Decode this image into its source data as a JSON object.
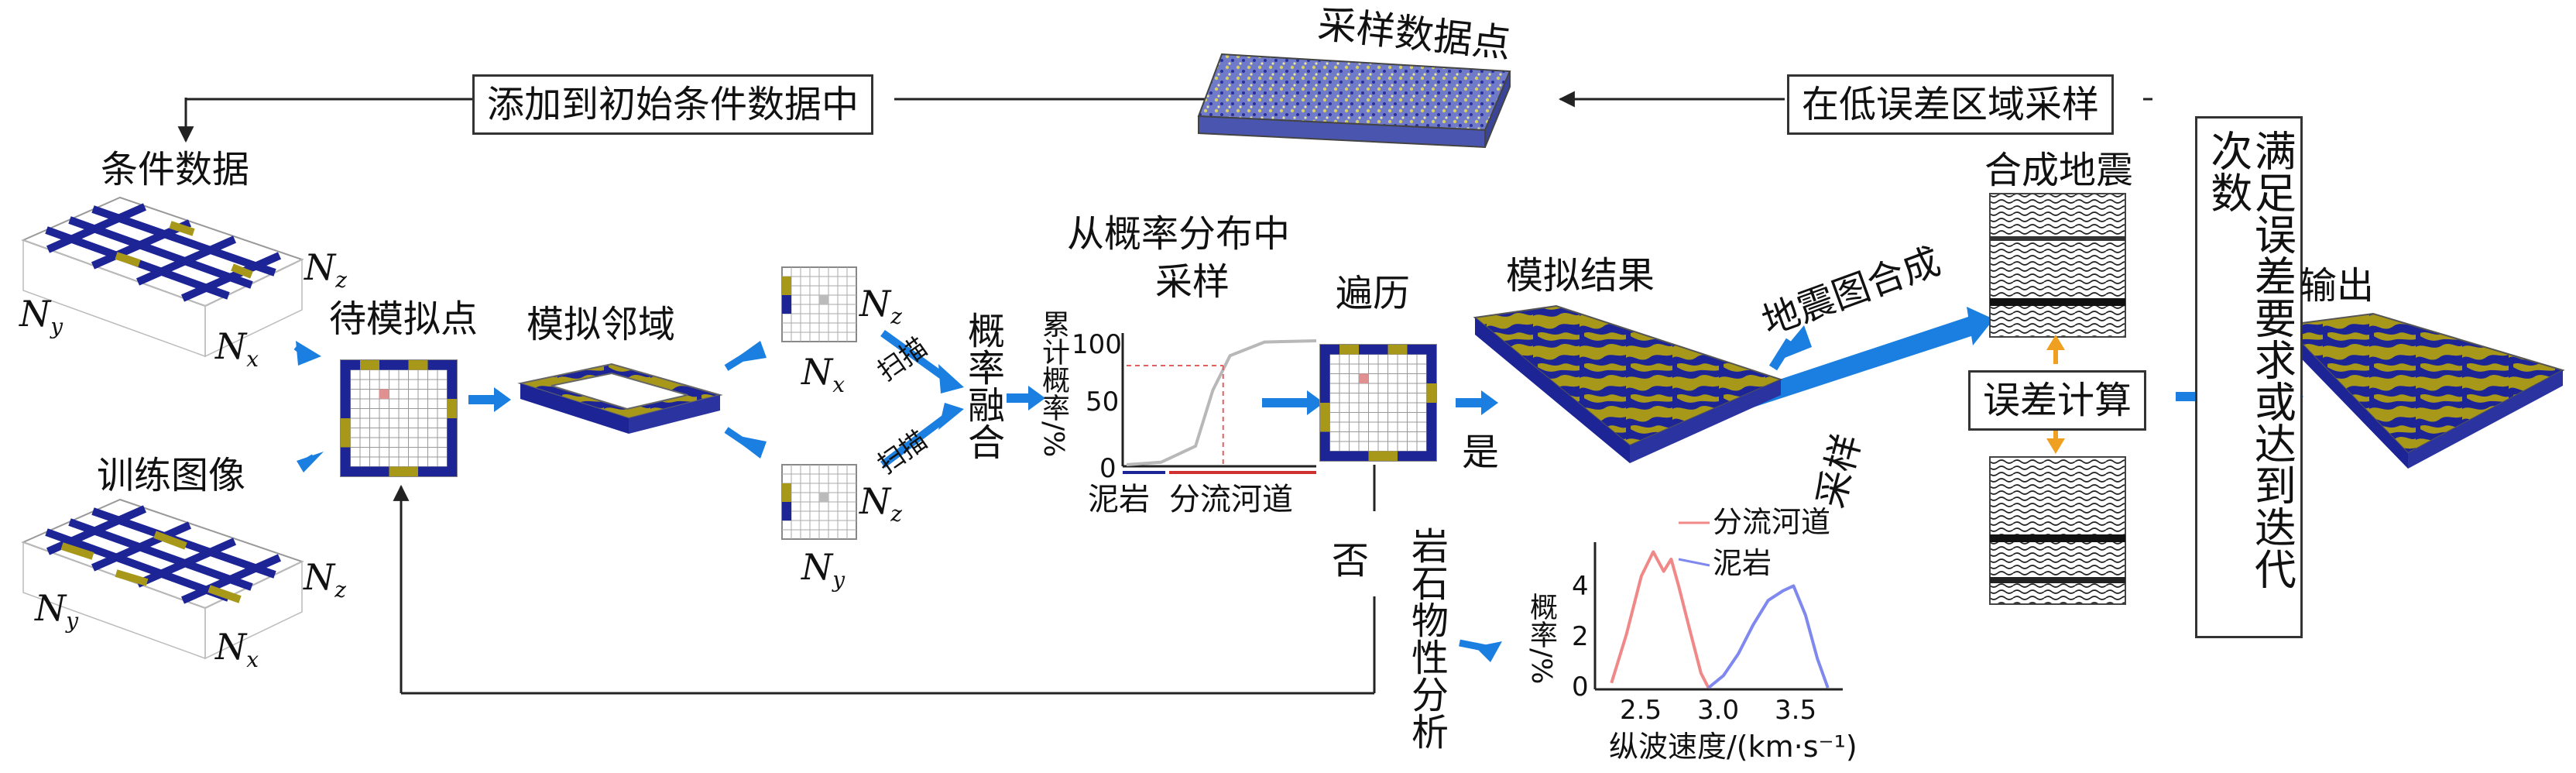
{
  "labels": {
    "sampling_points": "采样数据点",
    "add_to_initial": "添加到初始条件数据中",
    "sample_low_error": "在低误差区域采样",
    "condition_data": "条件数据",
    "training_image": "训练图像",
    "point_to_simulate": "待模拟点",
    "sim_neighborhood": "模拟邻域",
    "sample_from_dist_line1": "从概率分布中",
    "sample_from_dist_line2": "采样",
    "traverse": "遍历",
    "sim_result": "模拟结果",
    "seismic_synthesis": "地震图合成",
    "synthetic_seismic": "合成地震",
    "error_calc": "误差计算",
    "output": "输出",
    "meets_criteria": "满足误差要求或达到迭代次数",
    "prob_fusion": "概率融合",
    "scan1": "扫描",
    "scan2": "扫描",
    "yes": "是",
    "no": "否",
    "sampling": "采样",
    "petro_analysis": "岩石物性分析"
  },
  "axis_symbols": {
    "nx": "N",
    "nx_sub": "x",
    "ny": "N",
    "ny_sub": "y",
    "nz": "N",
    "nz_sub": "z"
  },
  "colors": {
    "navy": "#1c2496",
    "olive": "#a8981a",
    "arrow_blue": "#1a7fe0",
    "orange": "#f0a020",
    "line_gray": "#333333"
  },
  "chart_data": [
    {
      "type": "line",
      "ylabel": "累计概率/%",
      "yticks": [
        "0",
        "50",
        "100"
      ],
      "ylim": [
        0,
        100
      ],
      "categories": [
        "泥岩",
        "分流河道"
      ],
      "series": [
        {
          "values": [
            [
              0,
              0
            ],
            [
              0.4,
              2
            ],
            [
              0.8,
              15
            ],
            [
              1.0,
              60
            ],
            [
              1.2,
              88
            ],
            [
              1.6,
              99
            ],
            [
              2.2,
              100
            ]
          ]
        }
      ],
      "guide_value": 80
    },
    {
      "type": "line",
      "xlabel": "纵波速度/(km·s⁻¹)",
      "ylabel": "概率/%",
      "xticks": [
        "2.5",
        "3.0",
        "3.5"
      ],
      "yticks": [
        "0",
        "2",
        "4"
      ],
      "xlim": [
        2.2,
        3.85
      ],
      "ylim": [
        0,
        6
      ],
      "series": [
        {
          "name": "分流河道",
          "color": "#f08888",
          "x": [
            2.3,
            2.4,
            2.5,
            2.58,
            2.65,
            2.7,
            2.75,
            2.82,
            2.9,
            2.95
          ],
          "y": [
            0.2,
            2.2,
            4.6,
            5.6,
            4.8,
            5.3,
            4.2,
            2.5,
            0.6,
            0
          ]
        },
        {
          "name": "泥岩",
          "color": "#7f88ee",
          "x": [
            2.95,
            3.05,
            3.15,
            3.25,
            3.35,
            3.45,
            3.52,
            3.6,
            3.68,
            3.75
          ],
          "y": [
            0,
            0.5,
            1.4,
            2.6,
            3.6,
            4.0,
            4.2,
            3.0,
            1.2,
            0
          ]
        }
      ]
    }
  ]
}
